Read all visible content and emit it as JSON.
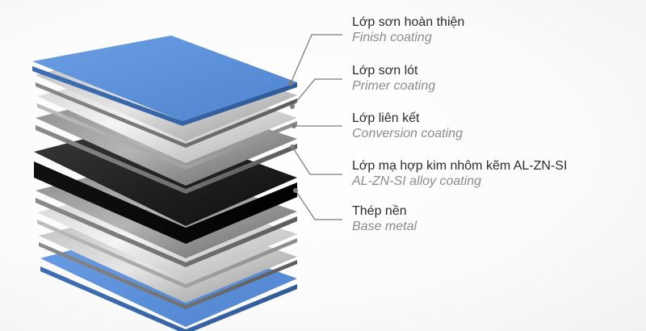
{
  "layers": [
    {
      "vi": "Lớp sơn hoàn thiện",
      "en": "Finish coating"
    },
    {
      "vi": "Lớp sơn lót",
      "en": "Primer coating"
    },
    {
      "vi": "Lớp liên kết",
      "en": "Conversion coating"
    },
    {
      "vi": "Lớp mạ hợp kim nhôm kẽm AL-ZN-SI",
      "en": "AL-ZN-SI alloy coating"
    },
    {
      "vi": "Thép nền",
      "en": "Base metal"
    }
  ],
  "colors": {
    "finish": "#5b8fd6",
    "base_metal": "#1c1c1c",
    "leader": "#7d7d7d",
    "label_primary": "#2c2c2c",
    "label_secondary": "#8c8c8c"
  }
}
